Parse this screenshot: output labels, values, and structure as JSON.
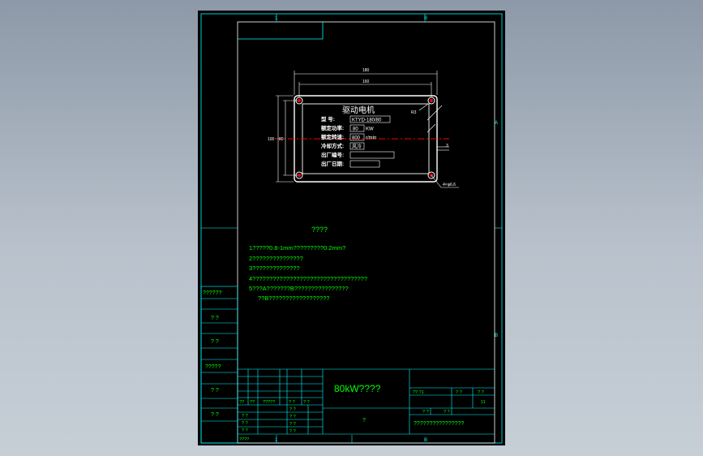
{
  "colors": {
    "canvas_bg": "#000000",
    "border": "#00ffff",
    "note_text": "#00ff00",
    "plate_outline": "#ffffff",
    "centerline": "#ff0000",
    "dimension": "#00ffff"
  },
  "zone_markers": {
    "top": [
      "1",
      "B"
    ],
    "bottom": [
      "1",
      "B"
    ],
    "right": [
      "A",
      "B"
    ]
  },
  "plate": {
    "title": "驱动电机",
    "rows": [
      {
        "label": "型    号:",
        "value": "KTYD-180/80"
      },
      {
        "label": "额定功率:",
        "value": "80",
        "unit": "KW"
      },
      {
        "label": "额定转速:",
        "value": "800",
        "unit": "r/min"
      },
      {
        "label": "冷却方式:",
        "value": "风冷"
      },
      {
        "label": "出厂编号:",
        "value": ""
      },
      {
        "label": "出厂日期:",
        "value": ""
      }
    ],
    "dims": {
      "overall_width": "180",
      "inner_width": "160",
      "overall_height": "100",
      "inner_height": "80",
      "corner_radius": "R3",
      "thickness": "3",
      "holes": "4×φ6.6"
    }
  },
  "notes": {
    "heading": "????",
    "lines": [
      "1?????0.8-1mm?????????0.2mm?",
      "2???????????????",
      "3??????????????",
      "4??????????????????????????????????",
      "5???A???????B????????????????",
      "??B??????????????????"
    ]
  },
  "side_labels": [
    "??????",
    "? ?",
    "? ?",
    "?????",
    "? ?",
    "? ?"
  ],
  "title_block": {
    "drawing_title": "80kW????",
    "material": "?",
    "company": "????????????????",
    "scale_headers": [
      "?? ?1",
      "? ?",
      "? ?"
    ],
    "scale_values": [
      "",
      "",
      "11"
    ],
    "sheet_labels": [
      "? ?",
      "? ?"
    ],
    "left_rows": [
      [
        "??",
        "??",
        "?????",
        "? ?",
        "? ?"
      ],
      [
        "? ?",
        "",
        "",
        "? ?",
        ""
      ],
      [
        "? ?",
        "",
        "",
        "? ?",
        ""
      ],
      [
        "? ?",
        "",
        "",
        "? ?",
        ""
      ],
      [
        "????",
        "",
        "",
        "? ?",
        ""
      ]
    ]
  }
}
